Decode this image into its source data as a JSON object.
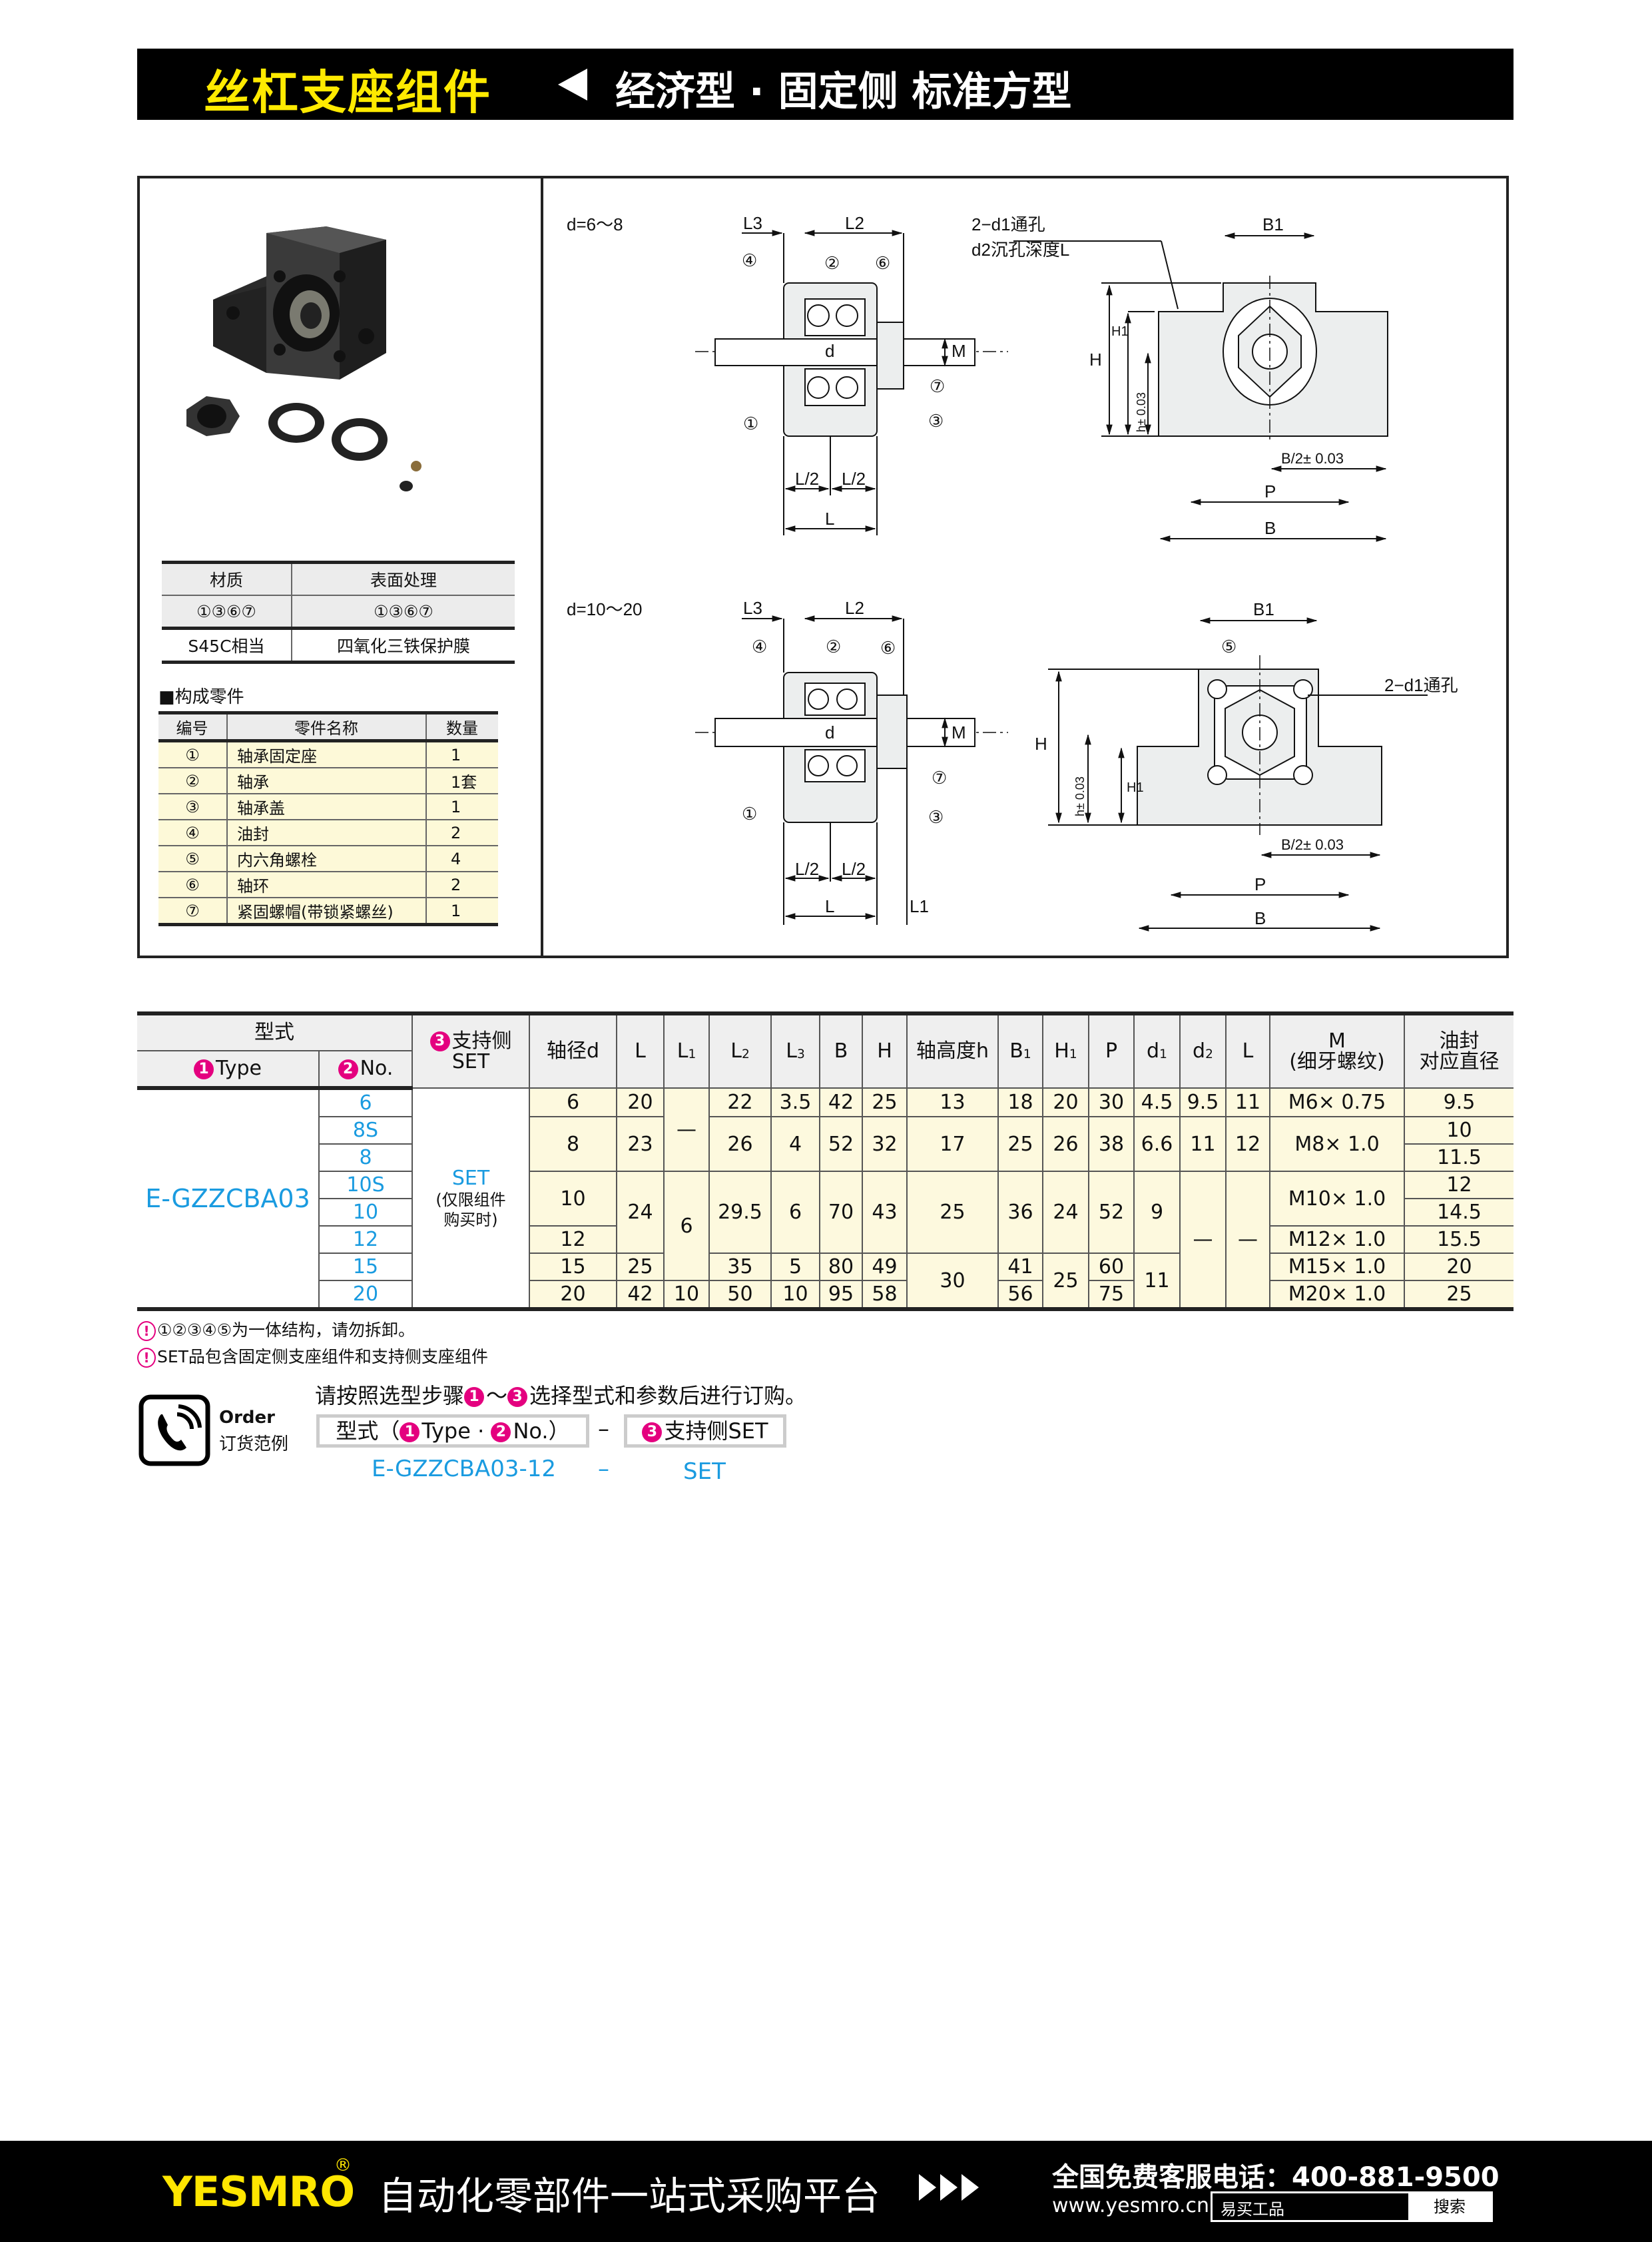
{
  "header": {
    "title": "丝杠支座组件",
    "subtitle": "经济型 · 固定侧 标准方型"
  },
  "material_table": {
    "headers": [
      "材质",
      "表面处理"
    ],
    "parts_ref": [
      "①③⑥⑦",
      "①③⑥⑦"
    ],
    "values": [
      "S45C相当",
      "四氧化三铁保护膜"
    ]
  },
  "parts": {
    "title": "■构成零件",
    "headers": [
      "编号",
      "零件名称",
      "数量"
    ],
    "rows": [
      {
        "no": "①",
        "name": "轴承固定座",
        "qty": "1"
      },
      {
        "no": "②",
        "name": "轴承",
        "qty": "1套"
      },
      {
        "no": "③",
        "name": "轴承盖",
        "qty": "1"
      },
      {
        "no": "④",
        "name": "油封",
        "qty": "2"
      },
      {
        "no": "⑤",
        "name": "内六角螺栓",
        "qty": "4"
      },
      {
        "no": "⑥",
        "name": "轴环",
        "qty": "2"
      },
      {
        "no": "⑦",
        "name": "紧固螺帽(带锁紧螺丝)",
        "qty": "1"
      }
    ]
  },
  "drawings": {
    "top": {
      "range": "d=6～8",
      "L3": "L3",
      "L2": "L2",
      "d": "d",
      "M": "M",
      "hole_note_1": "2−d1通孔",
      "hole_note_2": "d2沉孔深度L",
      "B1": "B1",
      "H": "H",
      "H1": "H1",
      "h": "h± 0.03",
      "B2": "B/2± 0.03",
      "P": "P",
      "B": "B",
      "L_half": "L/2",
      "L": "L",
      "callouts": [
        "④",
        "②",
        "⑥",
        "⑦",
        "③",
        "①"
      ]
    },
    "bottom": {
      "range": "d=10～20",
      "L3": "L3",
      "L2": "L2",
      "d": "d",
      "M": "M",
      "hole_note": "2−d1通孔",
      "B1": "B1",
      "H": "H",
      "H1": "H1",
      "h": "h± 0.03",
      "B2": "B/2± 0.03",
      "P": "P",
      "B": "B",
      "L_half": "L/2",
      "L": "L",
      "L1": "L1",
      "callouts": [
        "④",
        "②",
        "⑥",
        "⑦",
        "③",
        "①",
        "⑤"
      ]
    }
  },
  "spec_table": {
    "model_header": "型式",
    "type_header": "Type",
    "no_header": "No.",
    "set_header": "支持侧\nSET",
    "badges": [
      "1",
      "2",
      "3"
    ],
    "type_value": "E-GZZCBA03",
    "nos": [
      "6",
      "8S",
      "8",
      "10S",
      "10",
      "12",
      "15",
      "20"
    ],
    "set_value": "SET",
    "set_note": "(仅限组件\n购买时)",
    "columns": [
      {
        "h": "轴径d",
        "cells": [
          [
            "6",
            1
          ],
          [
            "8",
            2
          ],
          [
            "10",
            2
          ],
          [
            "12",
            1
          ],
          [
            "15",
            1
          ],
          [
            "20",
            1
          ]
        ]
      },
      {
        "h": "L",
        "cells": [
          [
            "20",
            1
          ],
          [
            "23",
            2
          ],
          [
            "24",
            3
          ],
          [
            "25",
            1
          ],
          [
            "42",
            1
          ]
        ]
      },
      {
        "h": "L",
        "s": "1",
        "cells": [
          [
            "—",
            3
          ],
          [
            "6",
            4
          ],
          [
            "10",
            1
          ]
        ]
      },
      {
        "h": "L",
        "s": "2",
        "cells": [
          [
            "22",
            1
          ],
          [
            "26",
            2
          ],
          [
            "29.5",
            3
          ],
          [
            "35",
            1
          ],
          [
            "50",
            1
          ]
        ]
      },
      {
        "h": "L",
        "s": "3",
        "cells": [
          [
            "3.5",
            1
          ],
          [
            "4",
            2
          ],
          [
            "6",
            3
          ],
          [
            "5",
            1
          ],
          [
            "10",
            1
          ]
        ]
      },
      {
        "h": "B",
        "cells": [
          [
            "42",
            1
          ],
          [
            "52",
            2
          ],
          [
            "70",
            3
          ],
          [
            "80",
            1
          ],
          [
            "95",
            1
          ]
        ]
      },
      {
        "h": "H",
        "cells": [
          [
            "25",
            1
          ],
          [
            "32",
            2
          ],
          [
            "43",
            3
          ],
          [
            "49",
            1
          ],
          [
            "58",
            1
          ]
        ]
      },
      {
        "h": "轴高度h",
        "cells": [
          [
            "13",
            1
          ],
          [
            "17",
            2
          ],
          [
            "25",
            3
          ],
          [
            "30",
            2
          ]
        ]
      },
      {
        "h": "B",
        "s": "1",
        "cells": [
          [
            "18",
            1
          ],
          [
            "25",
            2
          ],
          [
            "36",
            3
          ],
          [
            "41",
            1
          ],
          [
            "56",
            1
          ]
        ]
      },
      {
        "h": "H",
        "s": "1",
        "cells": [
          [
            "20",
            1
          ],
          [
            "26",
            2
          ],
          [
            "24",
            3
          ],
          [
            "25",
            2
          ]
        ]
      },
      {
        "h": "P",
        "cells": [
          [
            "30",
            1
          ],
          [
            "38",
            2
          ],
          [
            "52",
            3
          ],
          [
            "60",
            1
          ],
          [
            "75",
            1
          ]
        ]
      },
      {
        "h": "d",
        "s": "1",
        "cells": [
          [
            "4.5",
            1
          ],
          [
            "6.6",
            2
          ],
          [
            "9",
            3
          ],
          [
            "11",
            2
          ]
        ]
      },
      {
        "h": "d",
        "s": "2",
        "cells": [
          [
            "9.5",
            1
          ],
          [
            "11",
            2
          ],
          [
            "—",
            5
          ]
        ]
      },
      {
        "h": "L",
        "cells": [
          [
            "11",
            1
          ],
          [
            "12",
            2
          ],
          [
            "—",
            5
          ]
        ]
      },
      {
        "h": "M\n(细牙螺纹)",
        "cells": [
          [
            "M6× 0.75",
            1
          ],
          [
            "M8× 1.0",
            2
          ],
          [
            "M10× 1.0",
            2
          ],
          [
            "M12× 1.0",
            1
          ],
          [
            "M15× 1.0",
            1
          ],
          [
            "M20× 1.0",
            1
          ]
        ]
      },
      {
        "h": "油封\n对应直径",
        "cells": [
          [
            "9.5",
            1
          ],
          [
            "10",
            1
          ],
          [
            "11.5",
            1
          ],
          [
            "12",
            1
          ],
          [
            "14.5",
            1
          ],
          [
            "15.5",
            1
          ],
          [
            "20",
            1
          ],
          [
            "25",
            1
          ]
        ]
      }
    ]
  },
  "notes": [
    {
      "icon": "!",
      "text": "①②③④⑤为一体结构，请勿拆卸。"
    },
    {
      "icon": "!",
      "text": "SET品包含固定侧支座组件和支持侧支座组件"
    }
  ],
  "order": {
    "title_en": "Order",
    "title_cn": "订货范例",
    "instruction_a": "请按照选型步骤",
    "instruction_tilde": "～",
    "instruction_b": "选择型式和参数后进行订购。",
    "box1_a": "型式（",
    "box1_type": "Type ·",
    "box1_no": "No.）",
    "box2": "支持侧SET",
    "dash": "–",
    "example_model": "E-GZZCBA03-12",
    "example_set": "SET"
  },
  "footer": {
    "logo": "YESMRO",
    "reg": "®",
    "slogan": "自动化零部件一站式采购平台",
    "hotline": "全国免费客服电话：400-881-9500",
    "url": "www.yesmro.cn",
    "search_text": "易买工品",
    "search_button": "搜索"
  },
  "colors": {
    "accent_pink": "#e4007f",
    "link_blue": "#1a9be0",
    "brand_yellow": "#ffe600",
    "cell_cream": "#fdf9de"
  }
}
